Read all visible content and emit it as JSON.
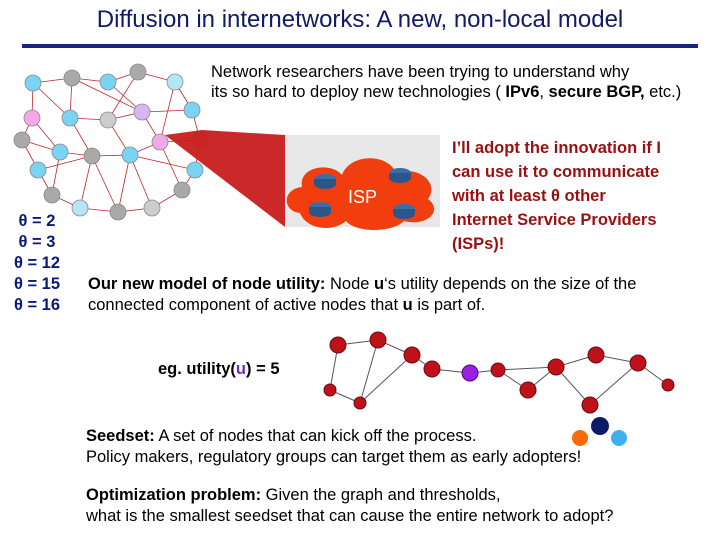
{
  "title": "Diffusion in internetworks: A new, non-local model",
  "intro": {
    "line1": "Network researchers have been trying to understand why",
    "line2_pre": "its so hard to deploy new technologies ( ",
    "ipv6": "IPv6",
    "comma": ", ",
    "bgp": "secure BGP,",
    "line3_post": " etc.)"
  },
  "adopt_text": [
    "I’ll adopt the innovation if I",
    "can use it to communicate",
    "with at least θ other",
    "Internet Service Providers",
    "(ISPs)!"
  ],
  "isp_label": "ISP",
  "thetas": [
    "θ = 2",
    "θ = 3",
    "θ = 12",
    "θ = 15",
    "θ = 16"
  ],
  "model": {
    "heading": "Our new model of node utility:",
    "text1": "  Node ",
    "u1": "u",
    "text2": "‘s utility depends on the size of the connected component of active nodes that ",
    "u2": "u",
    "text3": " is part of."
  },
  "example": {
    "prefix": "eg.  utility(",
    "u": "u",
    "suffix": ") = 5"
  },
  "seedset": {
    "heading": "Seedset:",
    "line1": "  A set of nodes that can kick off the process.",
    "line2": "Policy makers, regulatory groups can target them as early adopters!"
  },
  "optimization": {
    "heading": "Optimization problem:",
    "line1": "  Given the graph and thresholds,",
    "line2": "what is the smallest seedset that can cause the entire network to adopt?"
  },
  "colors": {
    "title": "#111a66",
    "accent_red": "#9a0f0f",
    "theta_blue": "#0a1a7a",
    "active_node": "#c0101a",
    "purple_node": "#9a1fe0",
    "cloud": "#f23d0e",
    "callout": "#c81e1e"
  },
  "icons": [
    "router-icon",
    "cloud-icon",
    "network-graph"
  ]
}
